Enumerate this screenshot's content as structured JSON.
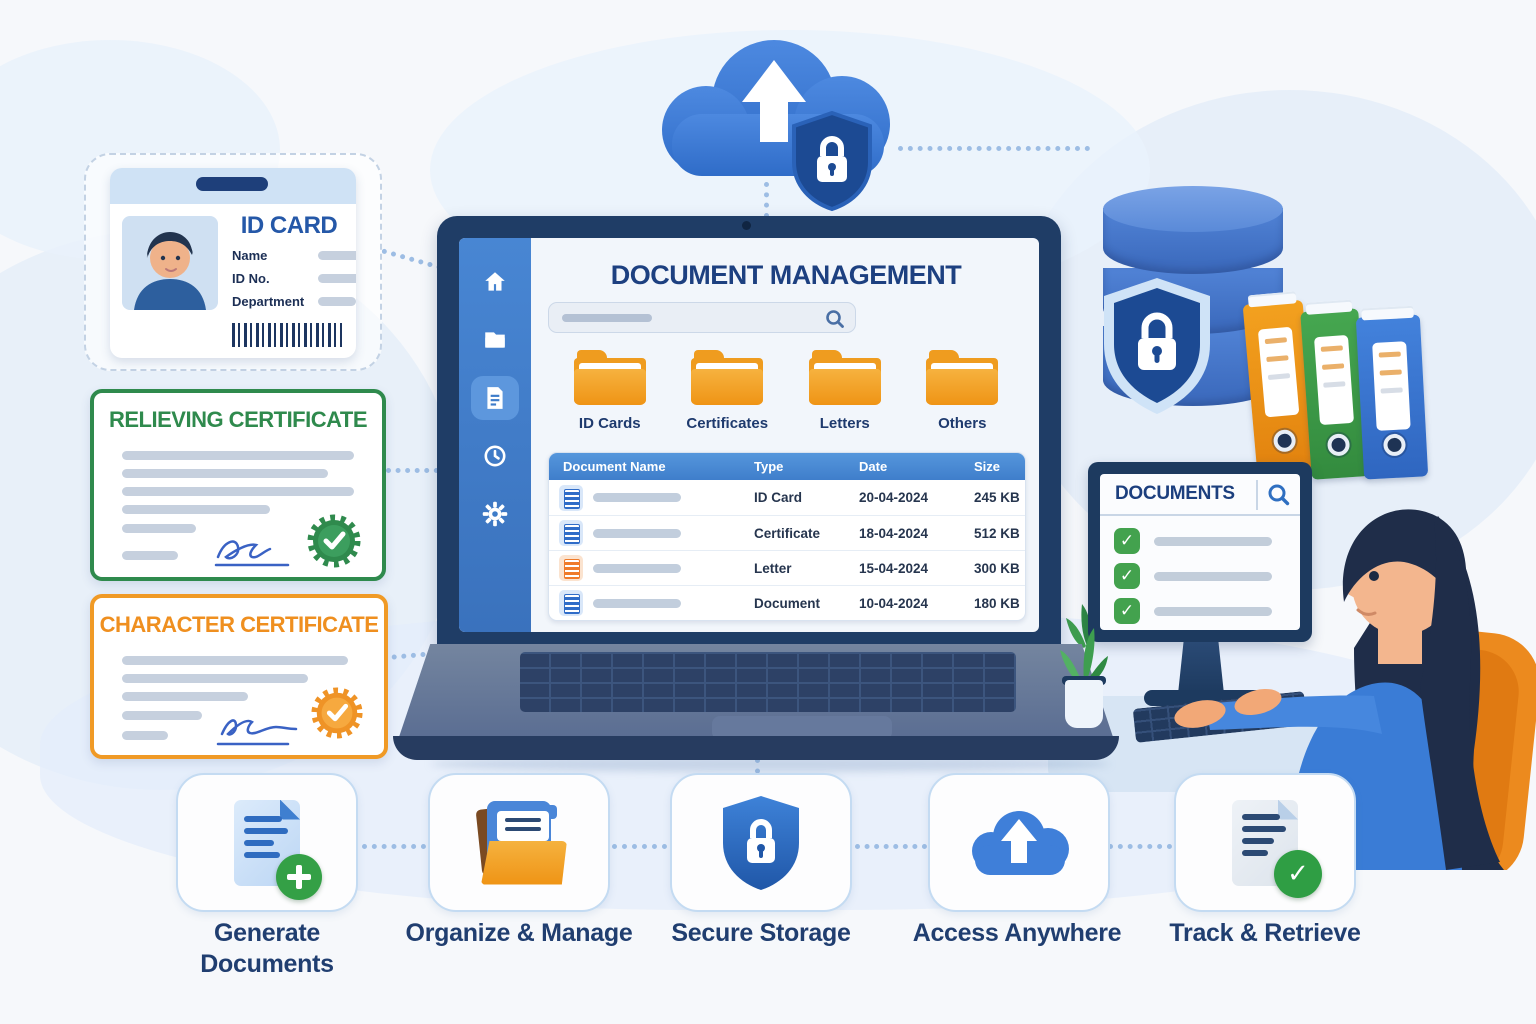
{
  "palette": {
    "navy": "#1e3a6e",
    "brand_blue": "#2f6fc1",
    "sidebar_blue": "#3d7cc9",
    "table_header_blue": "#4a8fd6",
    "folder_orange": "#f2a12e",
    "relieving_green": "#2f8a4d",
    "character_orange": "#ef8f1f",
    "check_green": "#43a24e",
    "chair_orange": "#ec8a1e",
    "background": "#f6f8fb"
  },
  "icons": {
    "check_glyph": "✓"
  },
  "id_card": {
    "title": "ID CARD",
    "fields": [
      {
        "label": "Name"
      },
      {
        "label": "ID No."
      },
      {
        "label": "Department"
      }
    ]
  },
  "certificates": {
    "relieving": {
      "title": "RELIEVING CERTIFICATE"
    },
    "character": {
      "title": "CHARACTER CERTIFICATE"
    }
  },
  "laptop_app": {
    "title": "DOCUMENT MANAGEMENT",
    "sidebar_items": [
      "home",
      "folders",
      "documents",
      "history",
      "settings"
    ],
    "folders": [
      {
        "label": "ID Cards"
      },
      {
        "label": "Certificates"
      },
      {
        "label": "Letters"
      },
      {
        "label": "Others"
      }
    ],
    "table": {
      "headers": [
        "Document Name",
        "Type",
        "Date",
        "Size"
      ],
      "rows": [
        {
          "type": "ID Card",
          "date": "20-04-2024",
          "size": "245 KB"
        },
        {
          "type": "Certificate",
          "date": "18-04-2024",
          "size": "512 KB"
        },
        {
          "type": "Letter",
          "date": "15-04-2024",
          "size": "300 KB"
        },
        {
          "type": "Document",
          "date": "10-04-2024",
          "size": "180 KB"
        }
      ]
    }
  },
  "desktop_monitor": {
    "title": "DOCUMENTS"
  },
  "features": [
    {
      "label": "Generate Documents"
    },
    {
      "label": "Organize & Manage"
    },
    {
      "label": "Secure Storage"
    },
    {
      "label": "Access Anywhere"
    },
    {
      "label": "Track & Retrieve"
    }
  ]
}
